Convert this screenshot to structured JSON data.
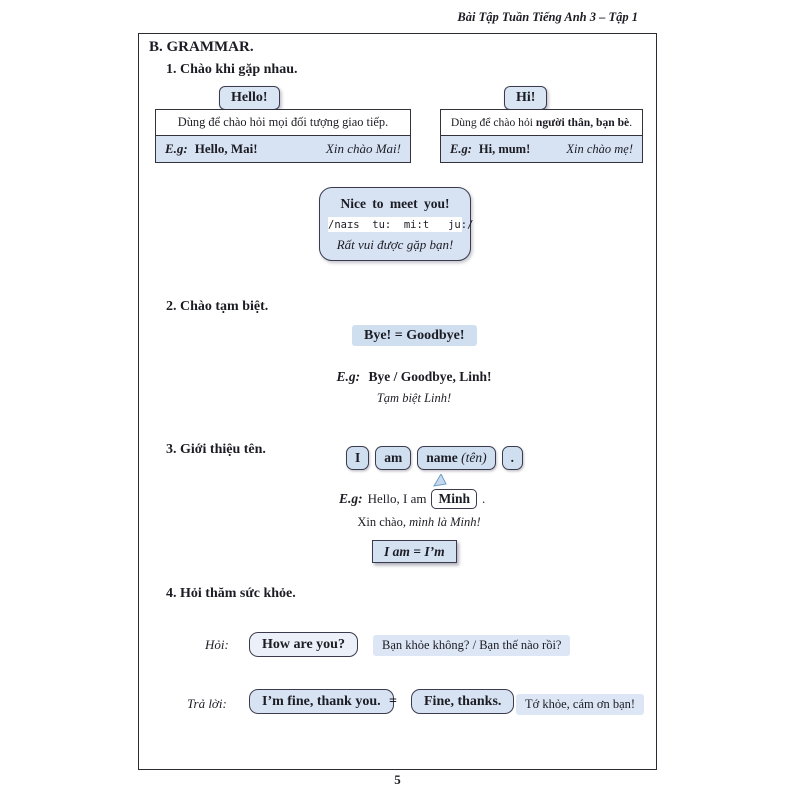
{
  "header": {
    "title": "Bài Tập Tuần Tiếng Anh 3 – Tập 1",
    "page_number": "5"
  },
  "grammar": {
    "section_title": "B. GRAMMAR."
  },
  "item1": {
    "title": "1. Chào khi gặp nhau.",
    "hello_badge": "Hello!",
    "hello_usage": "Dùng để chào hỏi mọi đối tượng giao tiếp.",
    "hello_eg_label": "E.g:",
    "hello_eg_en": "Hello, Mai!",
    "hello_eg_vi": "Xin chào Mai!",
    "hi_badge": "Hi!",
    "hi_usage_prefix": "Dùng để chào hỏi ",
    "hi_usage_bold": "người thân, bạn bè",
    "hi_usage_suffix": ".",
    "hi_eg_label": "E.g:",
    "hi_eg_en": "Hi, mum!",
    "hi_eg_vi": "Xin chào mẹ!",
    "nice_en": "Nice to meet you!",
    "nice_ipa": "/naɪs  tu:  mi:t   ju:/",
    "nice_vi": "Rất vui được gặp bạn!"
  },
  "item2": {
    "title": "2. Chào tạm biệt.",
    "box": "Bye! = Goodbye!",
    "eg_label": "E.g:",
    "eg_en": "Bye / Goodbye, Linh!",
    "eg_vi": "Tạm biệt Linh!"
  },
  "item3": {
    "title": "3. Giới thiệu tên.",
    "w_i": "I",
    "w_am": "am",
    "w_name": "name ",
    "w_name_note": "(tên)",
    "w_dot": ".",
    "eg_label": "E.g:",
    "eg_text": "Hello, I am",
    "eg_name": "Minh",
    "eg_dot": ".",
    "vi_regular": "Xin chào, ",
    "vi_italic": "mình là Minh!",
    "contraction": "I am = I’m"
  },
  "item4": {
    "title": "4. Hỏi thăm sức khỏe.",
    "ask_label": "Hỏi:",
    "ask_en": "How are you?",
    "ask_vi": "Bạn khỏe không? / Bạn thế nào rồi?",
    "answer_label": "Trả lời:",
    "answer_en1": "I’m fine, thank you.",
    "equals": "=",
    "answer_en2": "Fine, thanks.",
    "answer_vi": "Tớ khỏe, cám ơn bạn!"
  },
  "colors": {
    "box_fill_blue": "#d7e3f3",
    "box_fill_pale": "#dce6f4",
    "box_fill_lightest": "#ecf1f9",
    "border_dark": "#3b3b4d",
    "page_border": "#2b2b33",
    "text": "#1c1c24"
  }
}
